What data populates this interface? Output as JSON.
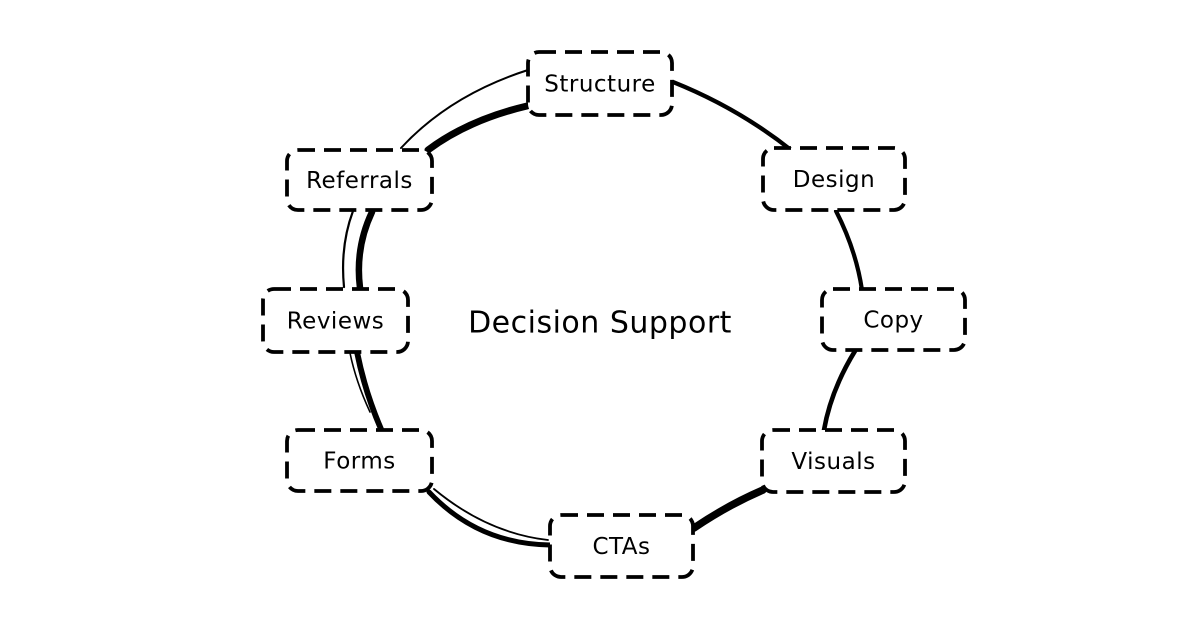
{
  "diagram": {
    "type": "cycle-diagram",
    "title": "Decision Support",
    "nodes": [
      {
        "id": "structure",
        "label": "Structure"
      },
      {
        "id": "design",
        "label": "Design"
      },
      {
        "id": "copy",
        "label": "Copy"
      },
      {
        "id": "visuals",
        "label": "Visuals"
      },
      {
        "id": "ctas",
        "label": "CTAs"
      },
      {
        "id": "forms",
        "label": "Forms"
      },
      {
        "id": "reviews",
        "label": "Reviews"
      },
      {
        "id": "referrals",
        "label": "Referrals"
      }
    ],
    "edges": [
      {
        "from": "structure",
        "to": "design"
      },
      {
        "from": "design",
        "to": "copy"
      },
      {
        "from": "copy",
        "to": "visuals"
      },
      {
        "from": "visuals",
        "to": "ctas"
      },
      {
        "from": "ctas",
        "to": "forms"
      },
      {
        "from": "forms",
        "to": "reviews"
      },
      {
        "from": "reviews",
        "to": "referrals"
      },
      {
        "from": "referrals",
        "to": "structure"
      }
    ],
    "colors": {
      "stroke": "#000000",
      "background": "#ffffff",
      "text": "#000000"
    }
  }
}
